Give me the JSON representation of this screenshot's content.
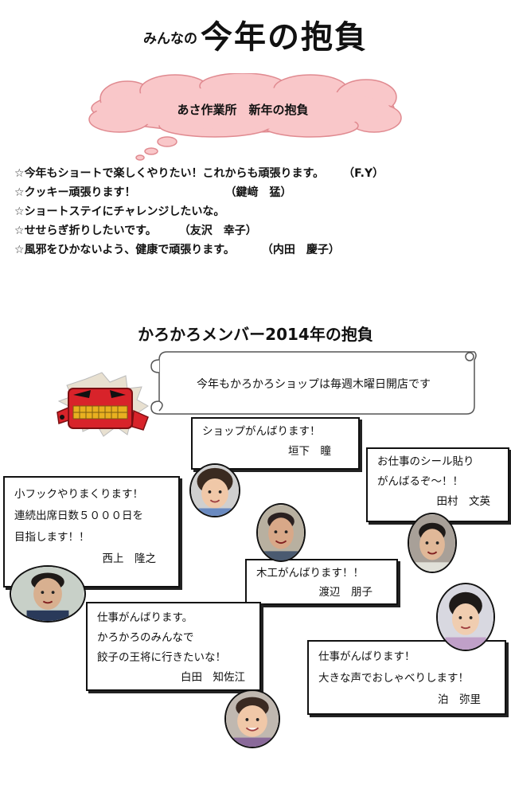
{
  "title": {
    "prefix": "みんなの",
    "main": "今年の抱負"
  },
  "cloud": {
    "text": "あさ作業所　新年の抱負"
  },
  "resolutions": [
    {
      "text": "今年もショートで楽しくやりたい！これからも頑張ります。",
      "name": "（F.Y）"
    },
    {
      "text": "クッキー頑張ります！",
      "name": "（鍵﨑　猛）"
    },
    {
      "text": "ショートステイにチャレンジしたいな。",
      "name": ""
    },
    {
      "text": "せせらぎ折りしたいです。",
      "name": "（友沢　幸子）"
    },
    {
      "text": "風邪をひかないよう、健康で頑張ります。",
      "name": "（内田　慶子）"
    }
  ],
  "star_glyph": "☆",
  "heading2": "かろかろメンバー2014年の抱負",
  "banner": {
    "text": "今年もかろかろショップは毎週木曜日開店です"
  },
  "members": {
    "m1": {
      "lines": [
        "ショップがんばります！"
      ],
      "name": "垣下　瞳"
    },
    "m2": {
      "lines": [
        "お仕事のシール貼り",
        "がんばるぞ～！！"
      ],
      "name": "田村　文英"
    },
    "m3": {
      "lines": [
        "小フックやりまくります！",
        "連続出席日数５０００日を",
        "目指します！！"
      ],
      "name": "西上　隆之"
    },
    "m4": {
      "lines": [
        "木工がんばります！！"
      ],
      "name": "渡辺　朋子"
    },
    "m5": {
      "lines": [
        "仕事がんばります。",
        "かろかろのみんなで",
        "餃子の王将に行きたいな！"
      ],
      "name": "白田　知佐江"
    },
    "m6": {
      "lines": [
        "仕事がんばります！",
        "大きな声でおしゃべりします！"
      ],
      "name": "泊　弥里"
    }
  },
  "colors": {
    "cloud_fill": "#f9c7c9",
    "scroll_fill": "#ffffff",
    "lion_red": "#d8232a",
    "lion_gold": "#e8b020"
  }
}
